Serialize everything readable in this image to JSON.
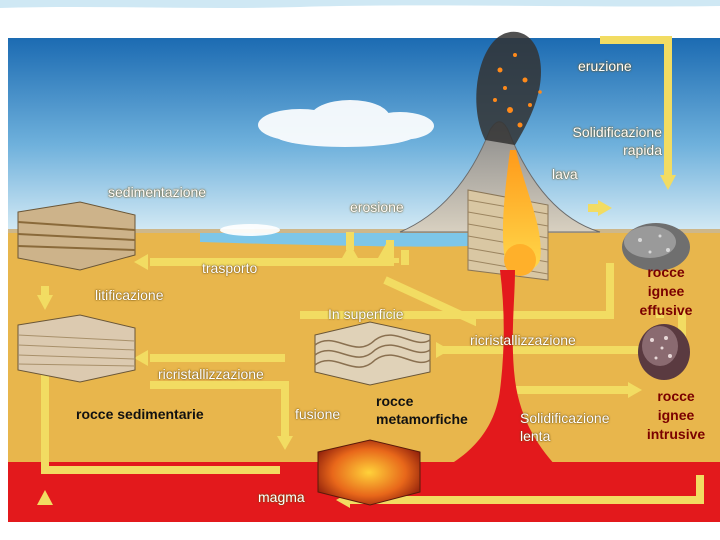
{
  "labels": {
    "eruzione": "eruzione",
    "solid_rapida_1": "Solidificazione",
    "solid_rapida_2": "rapida",
    "lava": "lava",
    "sedimentazione": "sedimentazione",
    "erosione": "erosione",
    "trasporto": "trasporto",
    "litificazione": "litificazione",
    "in_superficie": "In superficie",
    "ricristallizzazione_right": "ricristallizzazione",
    "ricristallizzazione_left": "ricristallizzazione",
    "rocce_ignee_effusive_1": "rocce",
    "rocce_ignee_effusive_2": "ignee",
    "rocce_ignee_effusive_3": "effusive",
    "rocce_sedimentarie": "rocce sedimentarie",
    "fusione": "fusione",
    "rocce_metamorfiche_1": "rocce",
    "rocce_metamorfiche_2": "metamorfiche",
    "solid_lenta_1": "Solidificazione",
    "solid_lenta_2": "lenta",
    "rocce_ignee_intrusive_1": "rocce",
    "rocce_ignee_intrusive_2": "ignee",
    "rocce_ignee_intrusive_3": "intrusive",
    "magma": "magma"
  },
  "colors": {
    "sky_top": "#1e6fb5",
    "sky_bottom": "#cfe6f3",
    "ground": "#e8b64c",
    "mantle": "#e01a1a",
    "arrow": "#f2dc62",
    "header_bar": "#dbeef7"
  }
}
